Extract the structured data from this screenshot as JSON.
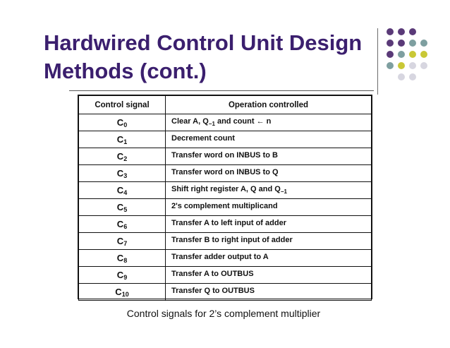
{
  "slide": {
    "title_line1": "Hardwired Control Unit Design",
    "title_line2": "Methods (cont.)",
    "caption": "Control signals for 2’s complement multiplier"
  },
  "colors": {
    "title": "#3b1f6e",
    "dot_purple": "#5a3a78",
    "dot_teal": "#7e9fa0",
    "dot_olive": "#c9c836",
    "dot_grey": "#d7d6e0"
  },
  "table": {
    "headers": [
      "Control signal",
      "Operation controlled"
    ],
    "rows": [
      {
        "signal": "C",
        "sub": "0",
        "op_parts": [
          "Clear A, Q",
          "−1",
          " and count ← n"
        ]
      },
      {
        "signal": "C",
        "sub": "1",
        "op_parts": [
          "Decrement count",
          "",
          ""
        ]
      },
      {
        "signal": "C",
        "sub": "2",
        "op_parts": [
          "Transfer word on INBUS to B",
          "",
          ""
        ]
      },
      {
        "signal": "C",
        "sub": "3",
        "op_parts": [
          "Transfer word on INBUS to Q",
          "",
          ""
        ]
      },
      {
        "signal": "C",
        "sub": "4",
        "op_parts": [
          "Shift right register A, Q and Q",
          "−1",
          ""
        ]
      },
      {
        "signal": "C",
        "sub": "5",
        "op_parts": [
          "2's complement multiplicand",
          "",
          ""
        ]
      },
      {
        "signal": "C",
        "sub": "6",
        "op_parts": [
          "Transfer A to left input of adder",
          "",
          ""
        ]
      },
      {
        "signal": "C",
        "sub": "7",
        "op_parts": [
          "Transfer B to right input of adder",
          "",
          ""
        ]
      },
      {
        "signal": "C",
        "sub": "8",
        "op_parts": [
          "Transfer adder output to A",
          "",
          ""
        ]
      },
      {
        "signal": "C",
        "sub": "9",
        "op_parts": [
          "Transfer A to OUTBUS",
          "",
          ""
        ]
      },
      {
        "signal": "C",
        "sub": "10",
        "op_parts": [
          "Transfer Q to OUTBUS",
          "",
          ""
        ]
      }
    ]
  }
}
